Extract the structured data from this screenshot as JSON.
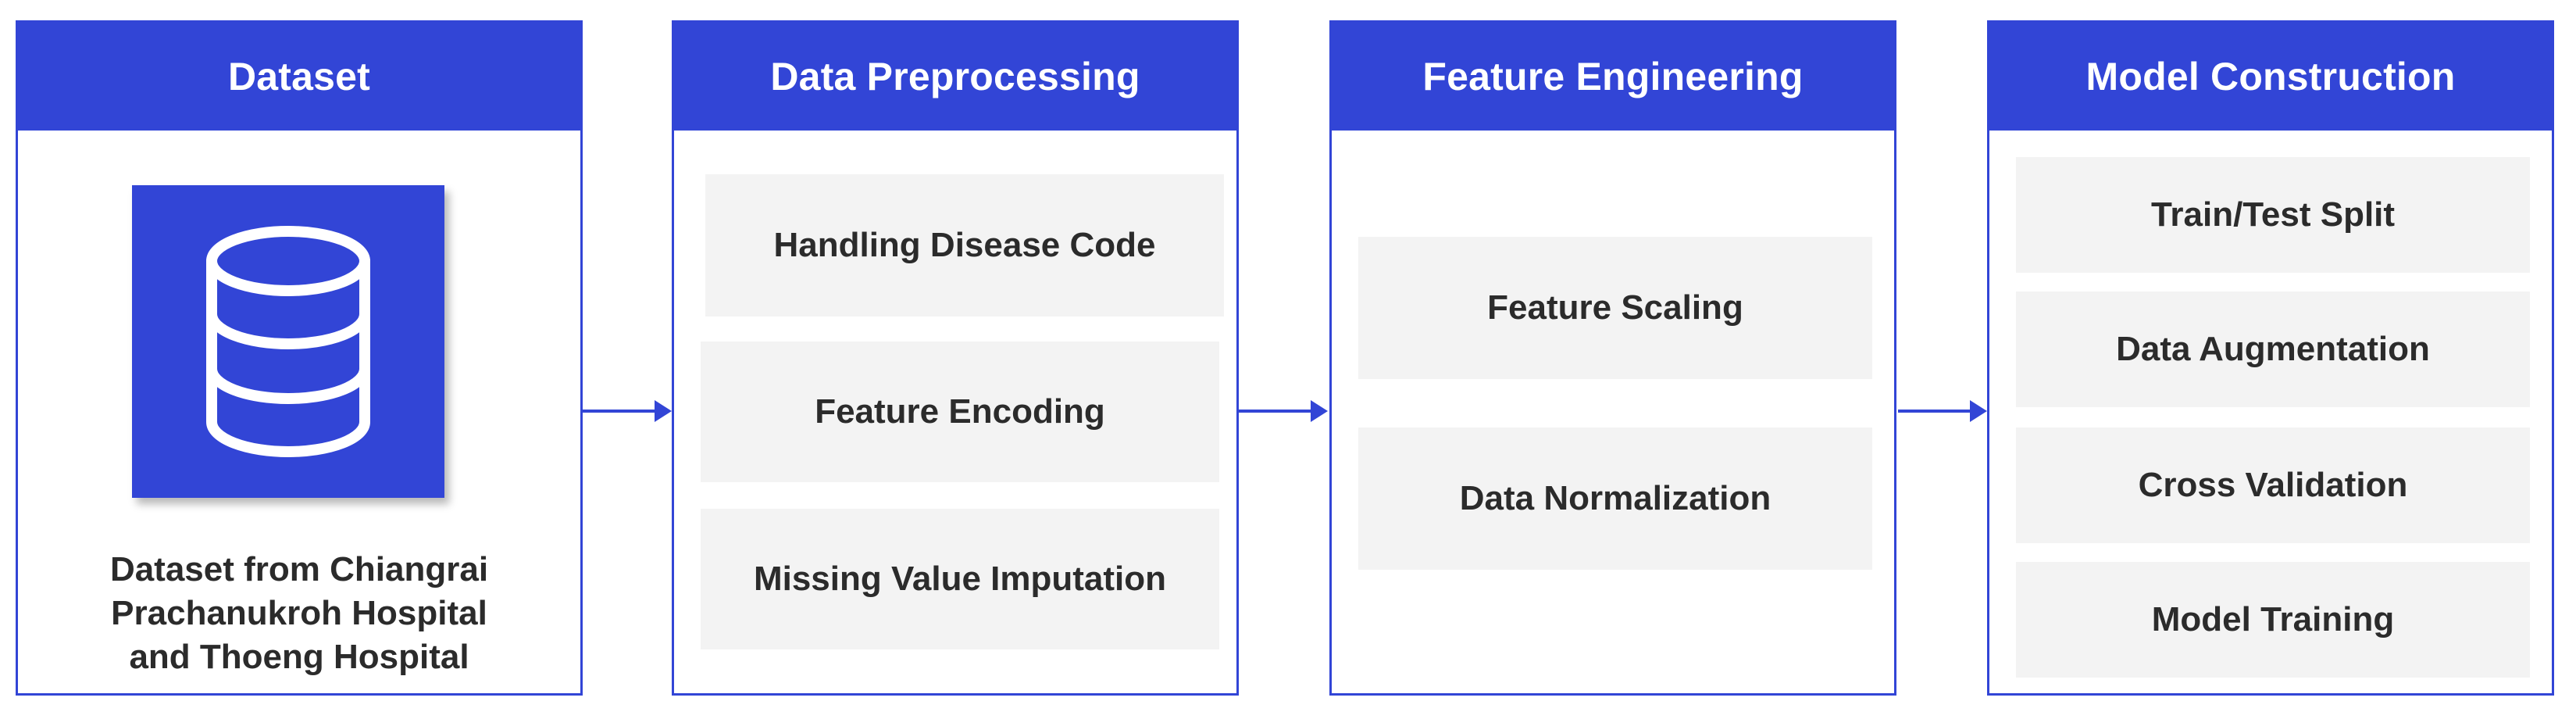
{
  "panels": [
    {
      "title": "Dataset",
      "icon": "database-icon",
      "caption_lines": [
        "Dataset from Chiangrai",
        "Prachanukroh Hospital",
        "and Thoeng Hospital"
      ]
    },
    {
      "title": "Data Preprocessing",
      "steps": [
        "Handling Disease Code",
        "Feature Encoding",
        "Missing Value Imputation"
      ]
    },
    {
      "title": "Feature Engineering",
      "steps": [
        "Feature Scaling",
        "Data Normalization"
      ]
    },
    {
      "title": "Model Construction",
      "steps": [
        "Train/Test Split",
        "Data Augmentation",
        "Cross Validation",
        "Model Training"
      ]
    }
  ],
  "colors": {
    "accent": "#3245d6",
    "step_background": "#f3f3f3",
    "text": "#2b2b2b"
  }
}
